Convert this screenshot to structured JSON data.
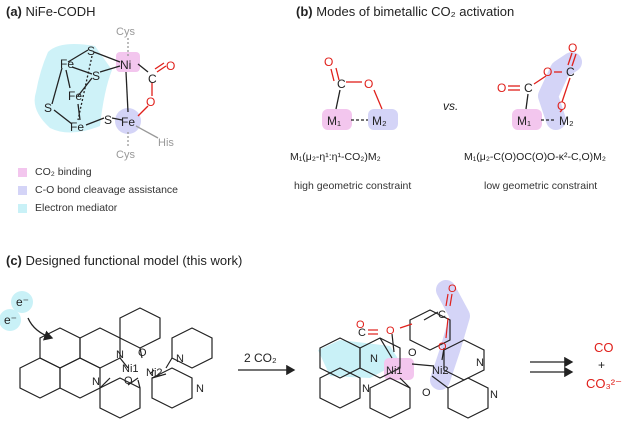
{
  "panel_a": {
    "tag": "(a)",
    "title": "NiFe-CODH",
    "atoms": {
      "fe": "Fe",
      "s": "S",
      "ni": "Ni",
      "c": "C",
      "o": "O",
      "cys": "Cys",
      "his": "His"
    },
    "legend": [
      {
        "label": "CO₂ binding",
        "color": "#f3c6ee"
      },
      {
        "label": "C-O bond cleavage assistance",
        "color": "#d4d4f7"
      },
      {
        "label": "Electron mediator",
        "color": "#c9f1f7"
      }
    ]
  },
  "panel_b": {
    "tag": "(b)",
    "title": "Modes of bimetallic CO₂ activation",
    "vs": "vs.",
    "left": {
      "formula": "M₁(μ₂-η¹:η¹-CO₂)M₂",
      "caption": "high geometric constraint"
    },
    "right": {
      "formula": "M₁(μ₂-C(O)OC(O)O-κ²-C,O)M₂",
      "caption": "low geometric constraint"
    },
    "m1": "M₁",
    "m2": "M₂"
  },
  "panel_c": {
    "tag": "(c)",
    "title": "Designed functional model (this work)",
    "electron": "e⁻",
    "arrow_label": "2 CO₂",
    "ni1": "Ni1",
    "ni2": "Ni2",
    "n": "N",
    "product_co": "CO",
    "plus": "+",
    "product_co3": "CO₃²⁻"
  },
  "colors": {
    "pink": "#f3c6ee",
    "lavender": "#d4d4f7",
    "cyan": "#c9f1f7",
    "red": "#e0201b",
    "bond": "#222222",
    "gray": "#999999"
  }
}
